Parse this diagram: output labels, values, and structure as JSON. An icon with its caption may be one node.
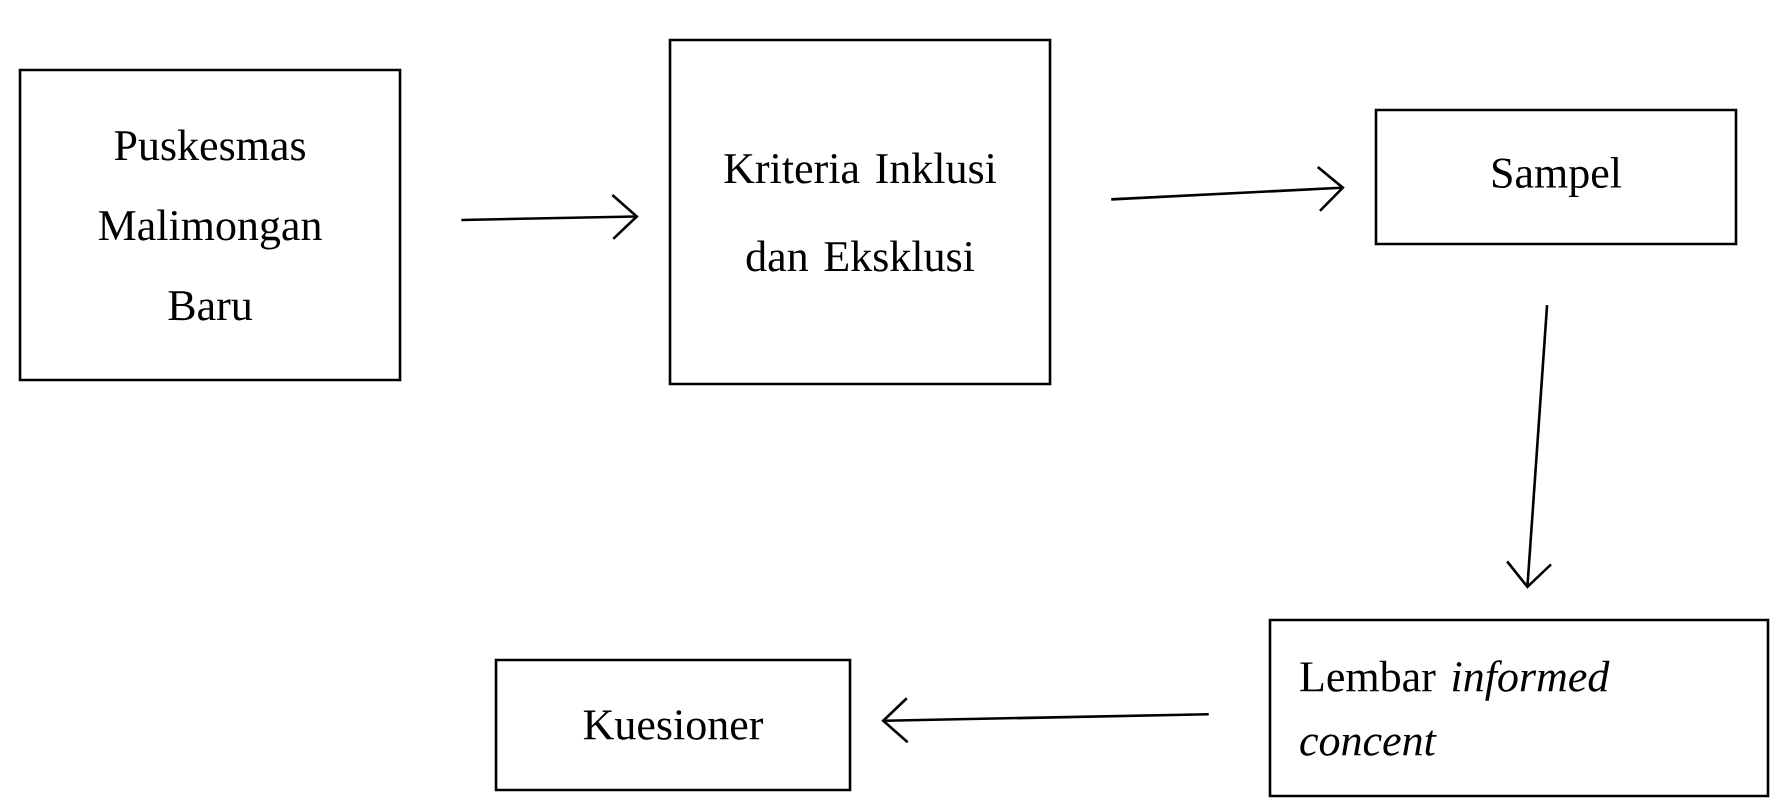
{
  "diagram": {
    "nodes": [
      {
        "text": [
          "Puskesmas Malimongan Baru"
        ]
      },
      {
        "text": [
          "Kriteria Inklusi dan Eksklusi"
        ]
      },
      {
        "text": [
          "Sampel"
        ]
      },
      {
        "text": [
          "Kuesioner"
        ]
      },
      {
        "text": [
          "Lembar *informed concent*"
        ]
      }
    ],
    "edges": [
      {
        "from": 0,
        "to": 1,
        "arrow": "to"
      },
      {
        "from": 1,
        "to": 2,
        "arrow": "to"
      },
      {
        "from": 2,
        "to": 4,
        "arrow": "to"
      },
      {
        "from": 4,
        "to": 3,
        "arrow": "to"
      }
    ]
  }
}
